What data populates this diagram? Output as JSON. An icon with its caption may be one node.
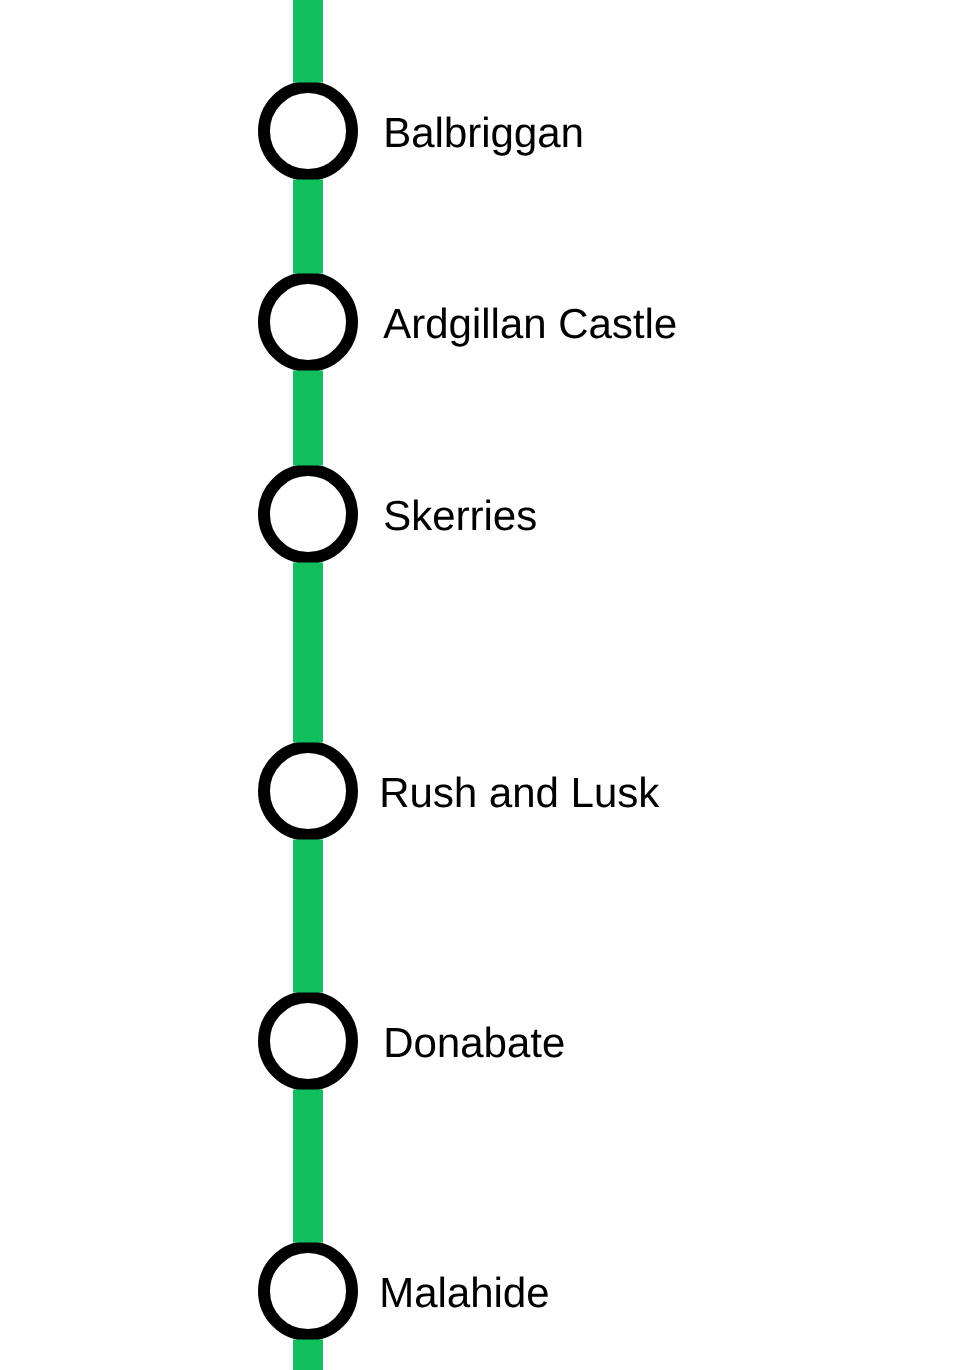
{
  "diagram": {
    "nodes": [
      {
        "text": [],
        "shape": "circle",
        "beside": [
          "Balbriggan"
        ]
      },
      {
        "text": [],
        "shape": "circle",
        "beside": [
          "Ardgillan Castle"
        ]
      },
      {
        "text": [],
        "shape": "circle",
        "beside": [
          "Skerries"
        ]
      },
      {
        "text": [],
        "shape": "circle",
        "beside": [
          "Rush and Lusk"
        ]
      },
      {
        "text": [],
        "shape": "circle",
        "beside": [
          "Donabate"
        ]
      },
      {
        "text": [],
        "shape": "circle",
        "beside": [
          "Malahide"
        ]
      }
    ],
    "edges": [
      {
        "from": null,
        "to": 0,
        "arrow": "none"
      },
      {
        "from": 0,
        "to": 1,
        "arrow": "none"
      },
      {
        "from": 1,
        "to": 2,
        "arrow": "none"
      },
      {
        "from": 2,
        "to": 3,
        "arrow": "none"
      },
      {
        "from": 3,
        "to": 4,
        "arrow": "none"
      },
      {
        "from": 4,
        "to": 5,
        "arrow": "none"
      },
      {
        "from": 5,
        "to": null,
        "arrow": "none"
      }
    ]
  }
}
